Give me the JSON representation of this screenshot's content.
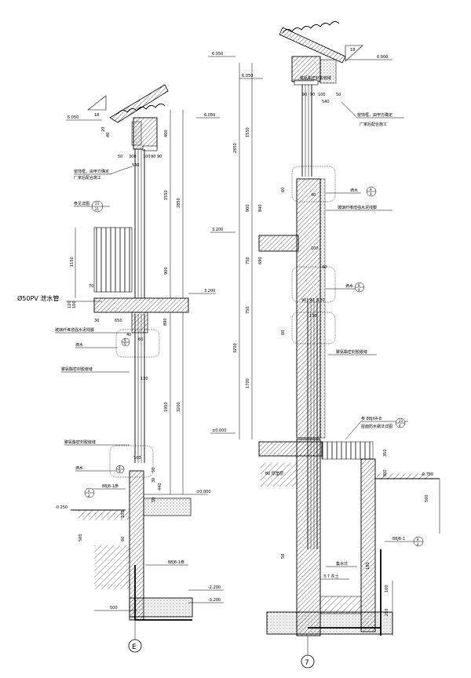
{
  "section_left": {
    "axis_label": "E",
    "roof_slope": "18",
    "roof_elev": "6.050",
    "dims_top": [
      "20",
      "40"
    ],
    "gutter_dims": [
      "300",
      "50"
    ],
    "frame_dims": [
      "100",
      "90",
      "90"
    ],
    "width_540": "540",
    "height_400": "400",
    "height_1550": "1550",
    "height_2850": "2850",
    "height_900": "900",
    "rail_height": "1150",
    "rail_70": "70",
    "rail_120": "120",
    "rail_100": "100",
    "floor_elev": "3.200",
    "slab_dims": [
      "30",
      "650"
    ],
    "slab_890": "890",
    "slab_40": "40",
    "dim_60": "60",
    "dim_130": "130",
    "dim_1950": "1950",
    "dim_3200": "3200",
    "dim_100_lower": "100",
    "dim_50_a": "50",
    "dim_30": "30",
    "dim_440": "440",
    "dim_50_b": "50",
    "elev_000": "±0.000",
    "elev_0250": "-0.250",
    "dim_500": "500",
    "dim_60_b": "60",
    "dim_100_c": "100",
    "elev_2200": "-2.200",
    "elev_3200": "-3.200",
    "dim_500_b": "500",
    "notes": {
      "supplier": "窗饰框，由甲方确定",
      "supplier2": "厂家后配合施工",
      "ref_railing": "参见详图",
      "pipe": "Ø50PV 泄水管",
      "foam": "玻璃纤维增强水泥线脚",
      "drip": "滴水",
      "seal": "聚氨酯密封胶嵌缝",
      "seal2": "聚氨酯密封胶嵌缝",
      "drip2": "滴水",
      "ref_88j": "88J6-1参",
      "ref_88j_b": "88J6-1参"
    },
    "bubbles": {
      "b1_top": "23",
      "b1_bot": "21",
      "b2_top": "8",
      "b2_bot": "9",
      "b3_top": "8",
      "b3_bot": "9",
      "b4_top": "4",
      "b4_bot": "2"
    }
  },
  "section_right": {
    "axis_label": "7",
    "roof_slope": "18",
    "elev_6050": "6.050",
    "elev_6000": "6.000",
    "dim_2850": "2850",
    "dim_1550": "1550",
    "dims_top_frame": [
      "90",
      "90",
      "100"
    ],
    "dim_50": "50",
    "dim_540": "540",
    "note_supplier": "窗饰框，由甲方确定",
    "note_supplier2": "厂家后配合施工",
    "note_seal_top": "聚氨酯密封胶嵌缝",
    "dim_60": "60",
    "dim_900": "900",
    "dim_840": "840",
    "dim_40": "40",
    "note_drip": "滴水",
    "note_foam": "玻璃纤维增强水泥线脚",
    "elev_3200": "3.200",
    "dim_100": "100",
    "dim_750": "750",
    "dim_690": "690",
    "dim_40_b": "40",
    "dims_mid_frame": [
      "90",
      "90",
      "100"
    ],
    "note_drip2": "滴水",
    "dim_3200": "3200",
    "dim_750_b": "750",
    "dim_60_b": "60",
    "dim_130": "130",
    "note_seal_mid": "聚氨酯密封胶嵌缝",
    "dim_1700": "1700",
    "elev_000": "±0.000",
    "note_ref": "参 88JX4-8",
    "note_ref2": "屋面防水做法详图",
    "dim_350": "350",
    "dim_300": "300",
    "elev_0750": "-0.750",
    "note_80": "80 厚垫层",
    "dim_500": "500",
    "dim_50_b": "50",
    "note_sump": "集水坑",
    "note_fill": "3:7 灰土",
    "dim_180": "180",
    "ref_88j": "88J6-1",
    "dim_100_b": "100",
    "dim_250": "250",
    "bubbles": {
      "b1_top": "8",
      "b1_bot": "9",
      "b2_top": "8",
      "b2_bot": "9",
      "b3_top": "23",
      "b3_bot": "4",
      "b4_top": "8",
      "b4_bot": "2"
    }
  }
}
